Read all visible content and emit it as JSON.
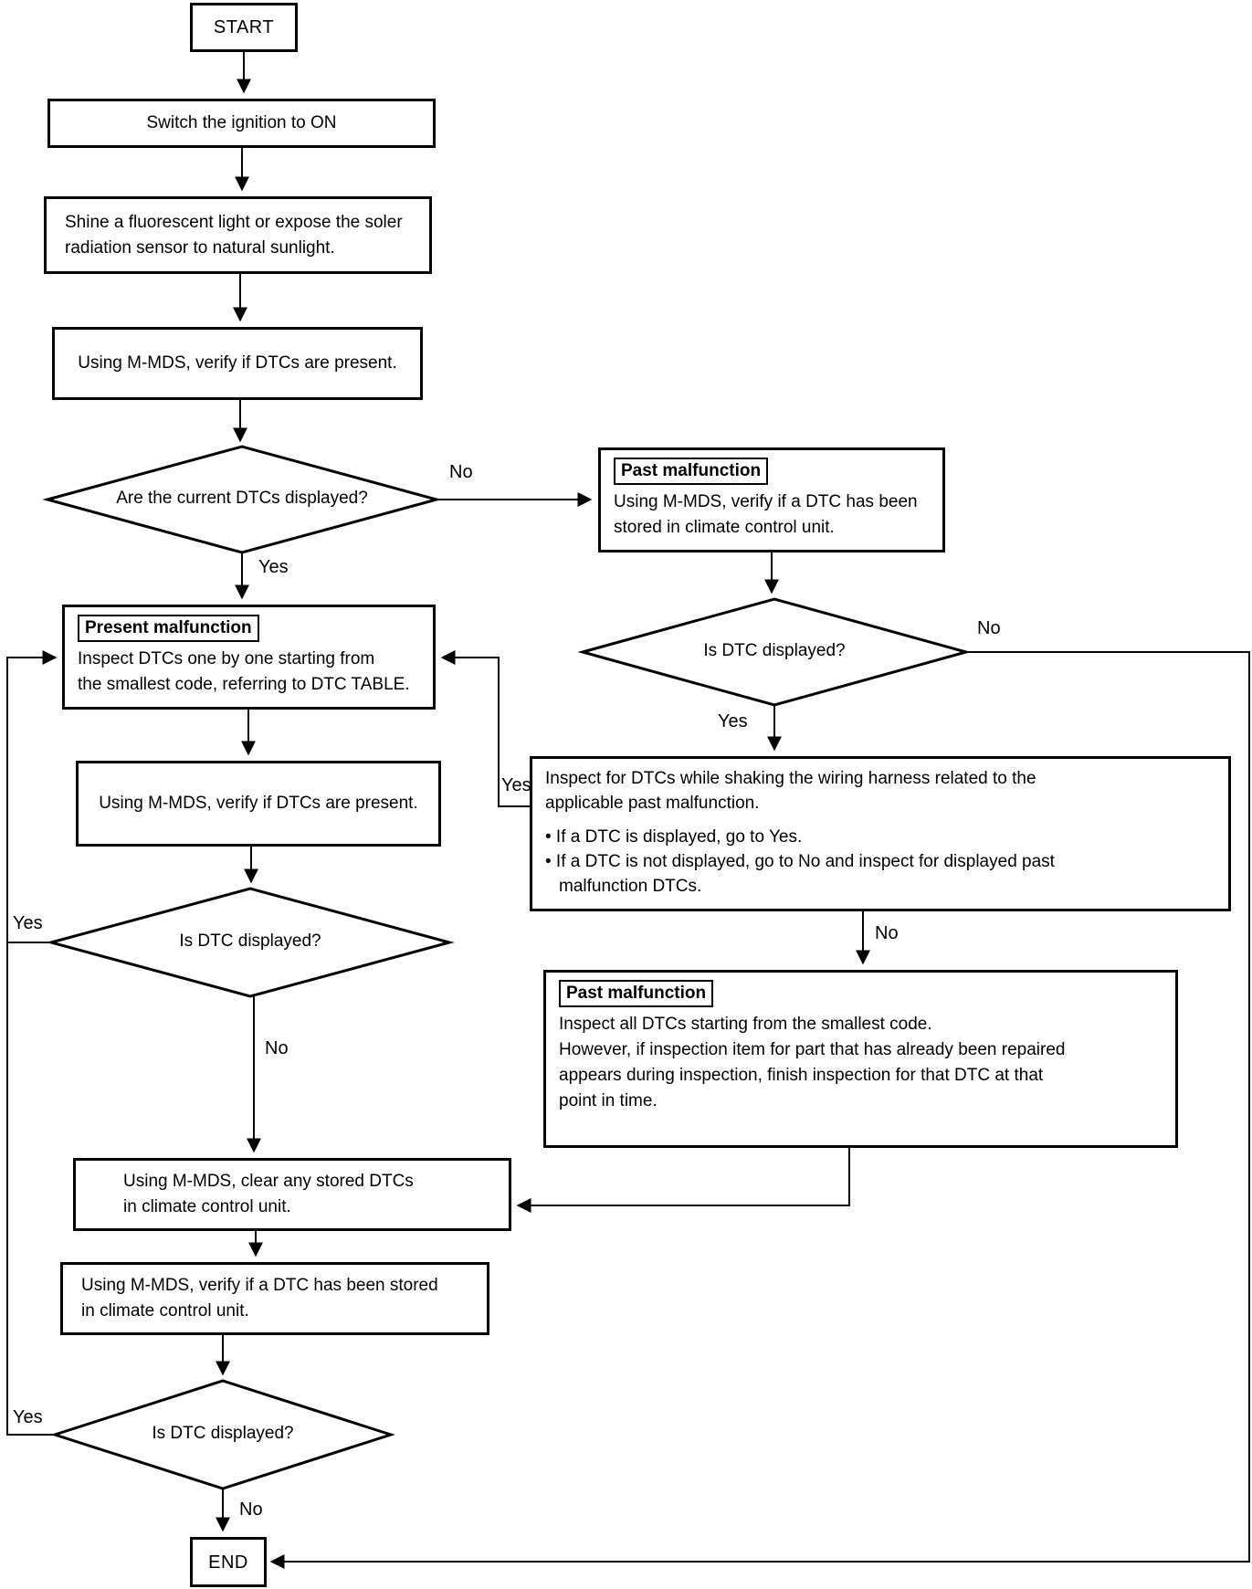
{
  "colors": {
    "line": "#000000",
    "background": "#ffffff"
  },
  "flowchart": {
    "start": {
      "label": "START"
    },
    "switch_ignition": {
      "text": "Switch the ignition to ON"
    },
    "shine_light": {
      "line1": "Shine a fluorescent light or expose the soler",
      "line2": "radiation sensor to natural sunlight."
    },
    "verify_dtcs_present_1": {
      "text": "Using M-MDS, verify if DTCs are present."
    },
    "decision_current_dtcs": {
      "question": "Are the current DTCs displayed?",
      "yes": "Yes",
      "no": "No"
    },
    "past_malfunction_check": {
      "tag": "Past malfunction",
      "line1": "Using M-MDS, verify if a DTC has been",
      "line2": "stored in climate control unit."
    },
    "decision_dtc_displayed_right": {
      "question": "Is DTC displayed?",
      "yes": "Yes",
      "no": "No"
    },
    "present_malfunction": {
      "tag": "Present malfunction",
      "line1": "Inspect DTCs one by one starting from",
      "line2": "the smallest code, referring to DTC TABLE."
    },
    "verify_dtcs_present_2": {
      "text": "Using M-MDS, verify if DTCs are present."
    },
    "decision_dtc_displayed_mid": {
      "question": "Is DTC displayed?",
      "yes": "Yes",
      "no": "No"
    },
    "shake_harness": {
      "line1": "Inspect for DTCs while shaking the wiring harness related to the",
      "line2": "applicable past malfunction.",
      "bullet1": "• If a DTC is displayed, go to Yes.",
      "bullet2_line1": "• If a DTC is not displayed, go to No and inspect for displayed past",
      "bullet2_line2": "malfunction DTCs.",
      "yes": "Yes",
      "no": "No"
    },
    "past_malfunction_inspect": {
      "tag": "Past malfunction",
      "line1": "Inspect all DTCs starting from the smallest code.",
      "line2": "However, if inspection item for part that has already been repaired",
      "line3": "appears during inspection, finish inspection for that DTC at that",
      "line4": "point in time."
    },
    "clear_dtcs": {
      "line1": "Using M-MDS, clear any stored DTCs",
      "line2": "in climate control unit."
    },
    "verify_stored_dtc": {
      "line1": "Using M-MDS, verify if a DTC has been stored",
      "line2": "in climate control unit."
    },
    "decision_dtc_displayed_bottom": {
      "question": "Is DTC displayed?",
      "yes": "Yes",
      "no": "No"
    },
    "end": {
      "label": "END"
    }
  }
}
